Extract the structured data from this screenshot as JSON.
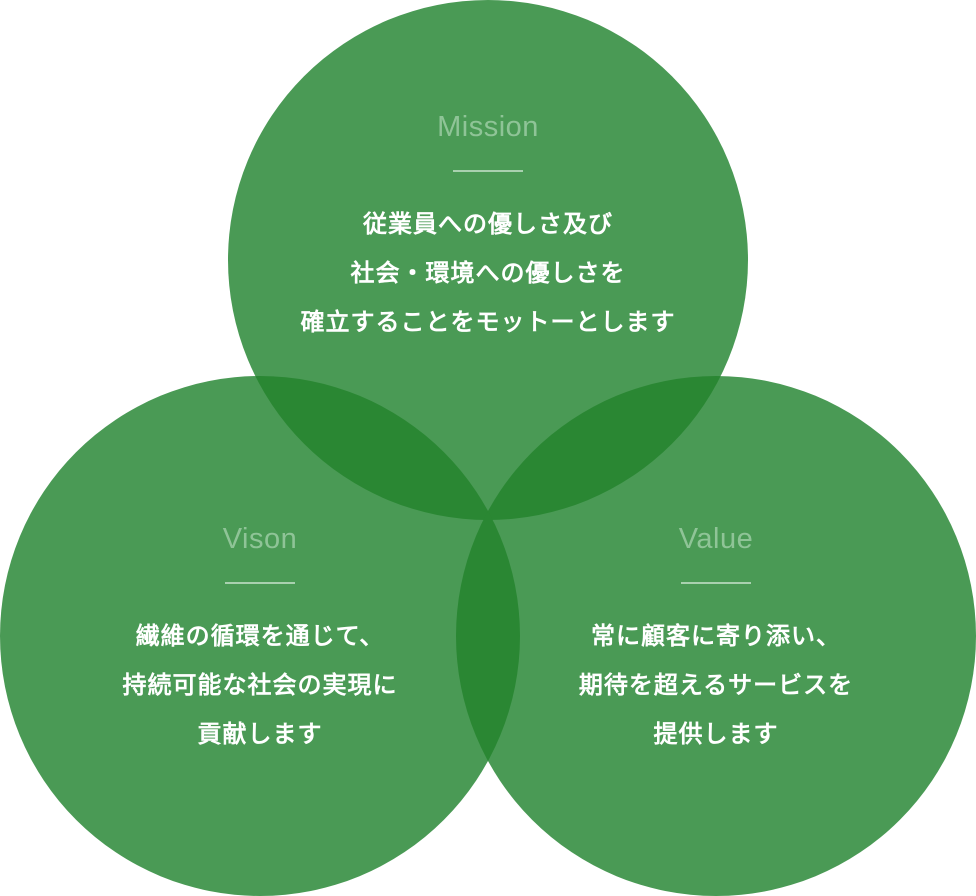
{
  "colors": {
    "circle": "#4a9a55",
    "overlap": "#2a8733",
    "title": "#8fc497",
    "rule": "#a9d1af",
    "text": "#ffffff"
  },
  "mission": {
    "title": "Mission",
    "lines": [
      "従業員への優しさ及び",
      "社会・環境への優しさを",
      "確立することをモットーとします"
    ]
  },
  "vision": {
    "title": "Vison",
    "lines": [
      "繊維の循環を通じて、",
      "持続可能な社会の実現に",
      "貢献します"
    ]
  },
  "value": {
    "title": "Value",
    "lines": [
      "常に顧客に寄り添い、",
      "期待を超えるサービスを",
      "提供します"
    ]
  }
}
